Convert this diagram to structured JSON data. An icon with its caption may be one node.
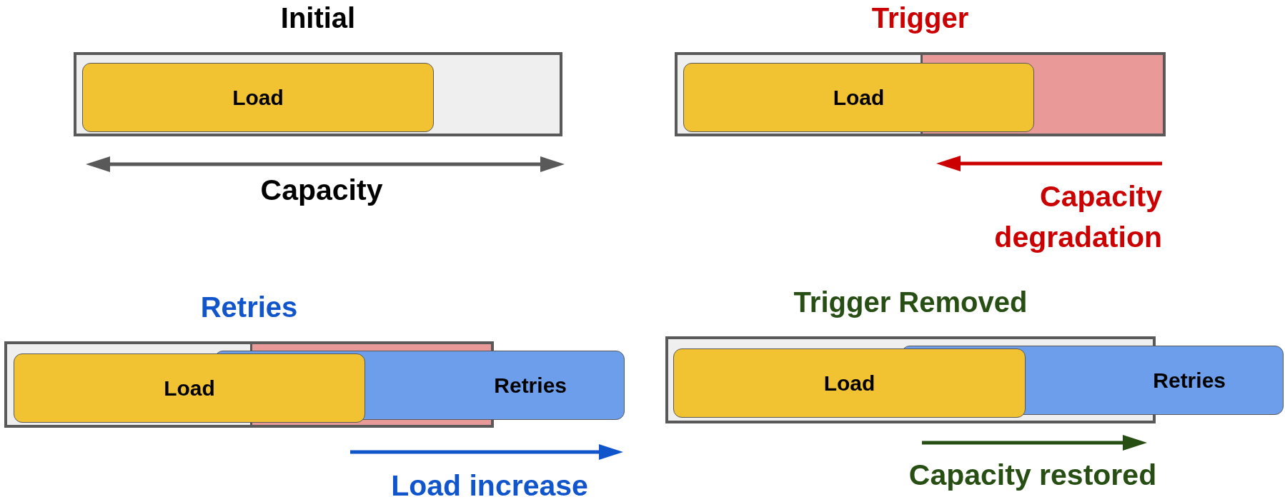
{
  "diagram": {
    "nodes": [
      {
        "text": [
          "Initial"
        ]
      },
      {
        "text": [
          "Load"
        ],
        "in": 0
      },
      {
        "text": [
          "Trigger"
        ]
      },
      {
        "text": [
          "Load"
        ],
        "in": 2
      },
      {
        "text": [
          "Retries"
        ]
      },
      {
        "text": [
          "Load"
        ],
        "in": 4
      },
      {
        "text": [
          "Retries"
        ]
      },
      {
        "text": [
          "Trigger Removed"
        ]
      },
      {
        "text": [
          "Load"
        ],
        "in": 7
      },
      {
        "text": [
          "Retries"
        ]
      }
    ],
    "labels": [
      "Capacity",
      "Capacity degradation",
      "Load increase",
      "Capacity restored"
    ]
  }
}
